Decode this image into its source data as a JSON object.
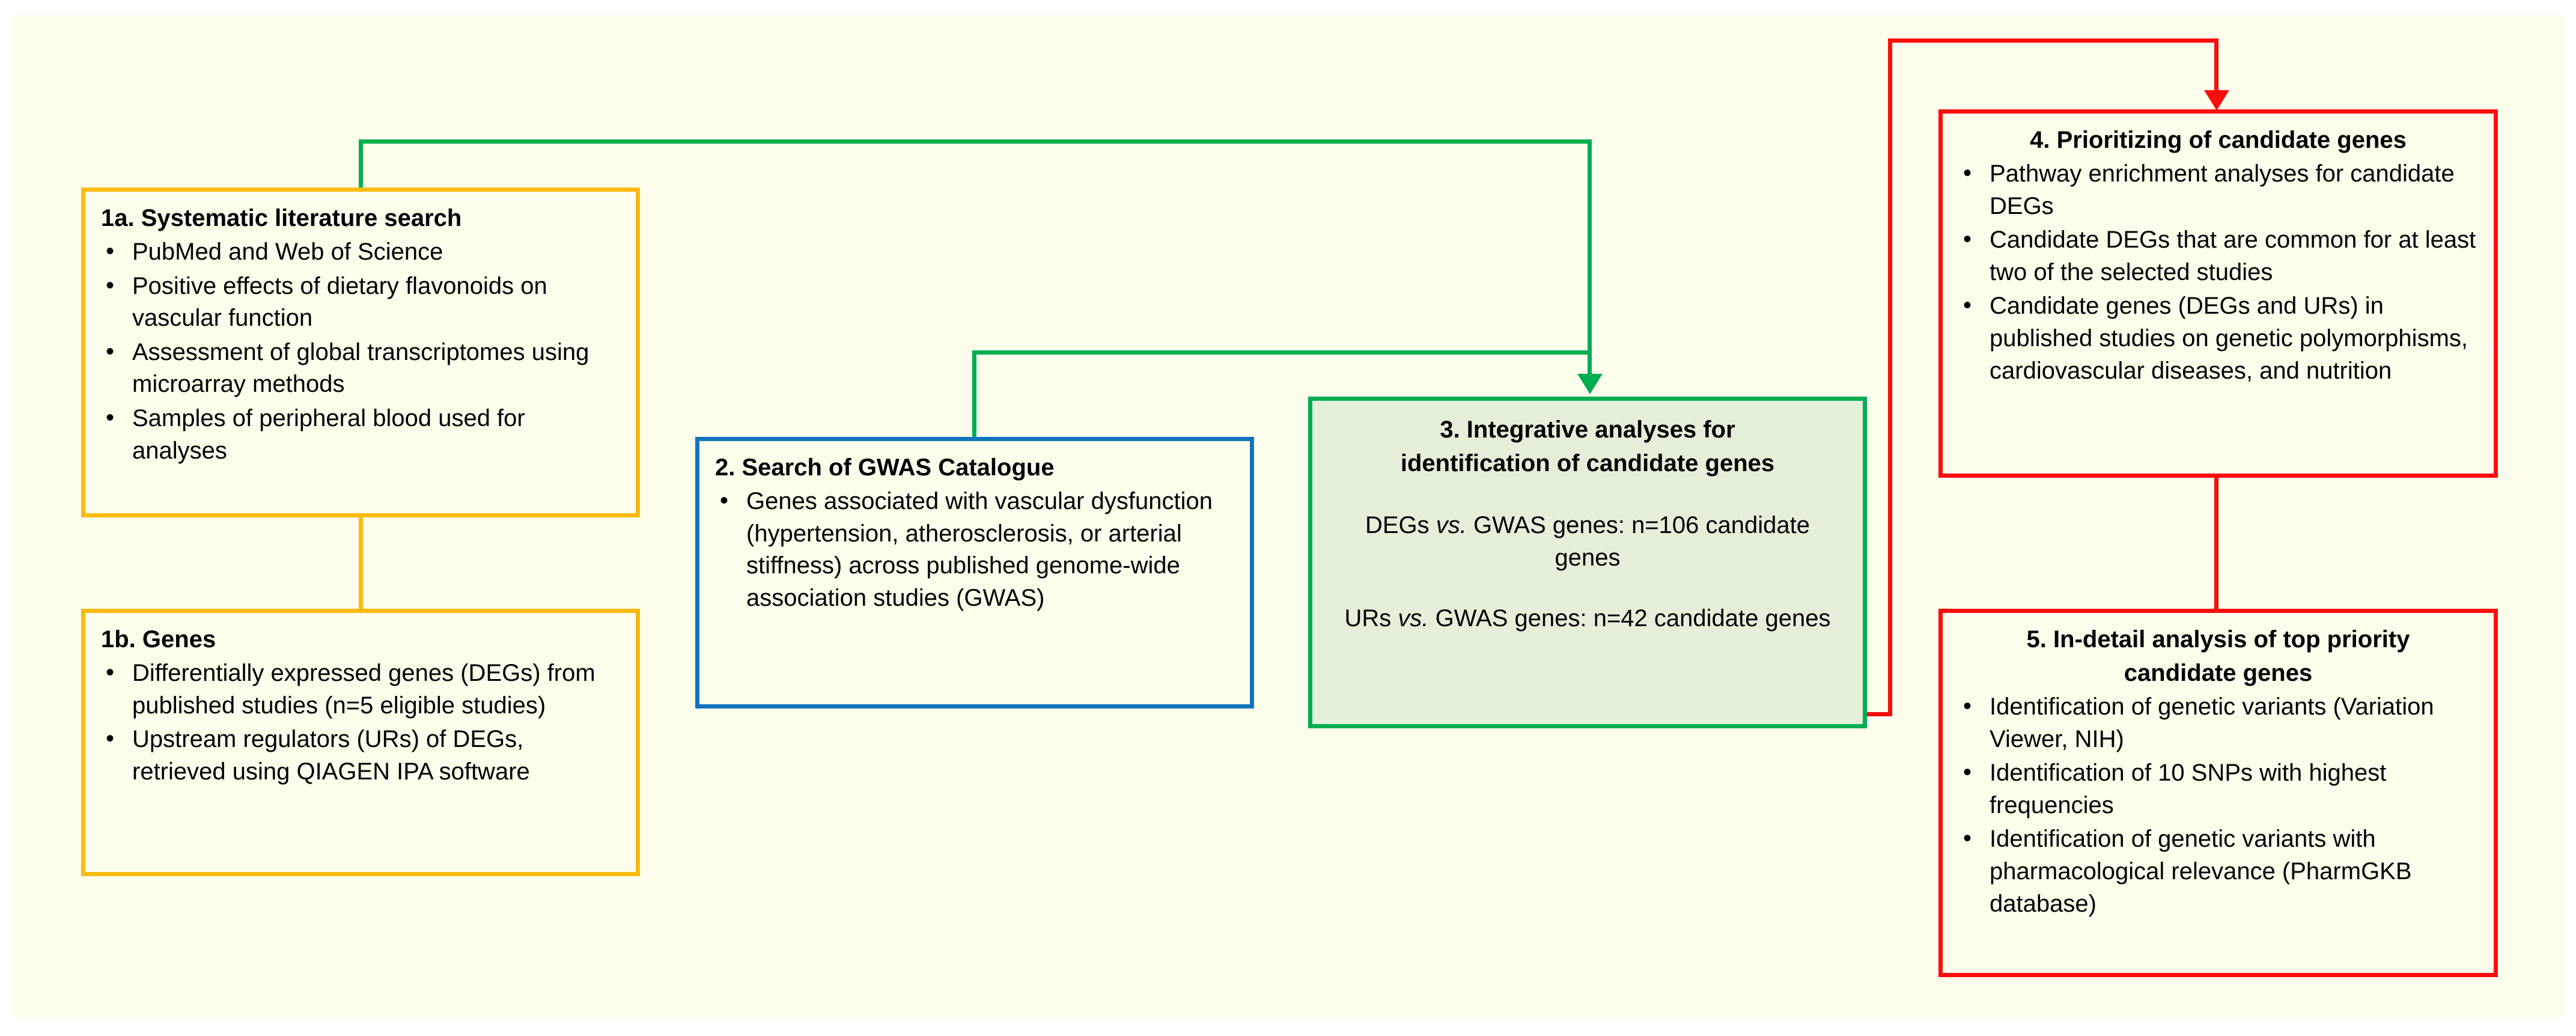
{
  "figure": {
    "type": "flowchart",
    "background_color": "#FDFDEC",
    "page_color": "#ffffff"
  },
  "colors": {
    "orange": "#FBBB0C",
    "blue": "#1274BE",
    "green": "#00AE52",
    "green_fill": "#E3EFD9",
    "red": "#FC0D0D",
    "text": "#000000"
  },
  "boxes": {
    "box1a": {
      "title": "1a. Systematic literature search",
      "bullets": [
        "PubMed and Web of Science",
        "Positive effects of dietary flavonoids on vascular function",
        "Assessment of global transcriptomes using microarray methods",
        "Samples of peripheral blood used for analyses"
      ]
    },
    "box1b": {
      "title": "1b. Genes",
      "bullets": [
        "Differentially expressed genes (DEGs) from published studies (n=5 eligible studies)",
        "Upstream regulators (URs) of DEGs, retrieved using QIAGEN IPA software"
      ]
    },
    "box2": {
      "title": "2. Search of GWAS Catalogue",
      "bullets": [
        "Genes associated with vascular dysfunction (hypertension, atherosclerosis, or arterial stiffness) across published genome-wide association studies (GWAS)"
      ]
    },
    "box3": {
      "title_line1": "3. Integrative analyses for",
      "title_line2": "identification of candidate genes",
      "result1_pre": "DEGs ",
      "result1_em": "vs.",
      "result1_post": " GWAS genes: n=106 candidate genes",
      "result2_pre": "URs ",
      "result2_em": "vs.",
      "result2_post": " GWAS genes: n=42 candidate genes"
    },
    "box4": {
      "title": "4. Prioritizing of candidate genes",
      "bullets": [
        "Pathway enrichment analyses for candidate DEGs",
        "Candidate DEGs that are common for at least two of the selected studies",
        "Candidate genes (DEGs and URs) in published studies on genetic polymorphisms, cardiovascular diseases, and nutrition"
      ]
    },
    "box5": {
      "title_line1": "5. In-detail analysis of top priority",
      "title_line2": "candidate genes",
      "bullets": [
        "Identification of genetic variants (Variation Viewer, NIH)",
        "Identification of 10 SNPs with highest frequencies",
        "Identification of genetic variants with pharmacological relevance (PharmGKB database)"
      ]
    }
  },
  "connectors": [
    {
      "name": "box1a-to-box1b",
      "color": "#FBBB0C",
      "style": "vertical-line"
    },
    {
      "name": "box1a-to-box3",
      "color": "#00AE52",
      "style": "elbow-arrow"
    },
    {
      "name": "box2-to-box3",
      "color": "#00AE52",
      "style": "elbow-arrow"
    },
    {
      "name": "box3-to-box4",
      "color": "#FC0D0D",
      "style": "elbow-arrow"
    },
    {
      "name": "box4-to-box5",
      "color": "#FC0D0D",
      "style": "vertical-line"
    }
  ]
}
